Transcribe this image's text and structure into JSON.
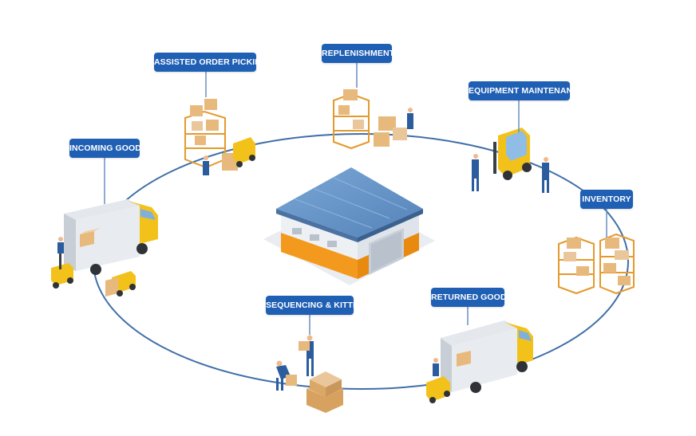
{
  "labels": {
    "assisted_order_picking": "ASSISTED ORDER PICKING",
    "replenishment": "REPLENISHMENT",
    "equipment_maintenance": "EQUIPMENT MAINTENANCE",
    "incoming_goods": "INCOMING GOODS",
    "inventory": "INVENTORY",
    "returned_goods": "RETURNED GOODS",
    "sequencing_kitting": "SEQUENCING & KITTING"
  },
  "colors": {
    "label_bg": "#1f5fb4",
    "cycle_line": "#3f6fa8",
    "roof": "#6a97c9",
    "warehouse_wall": "#f2f4f6",
    "warehouse_band": "#f39a1e",
    "box": "#e8b97c",
    "forklift": "#f2c21b",
    "worker_clothes": "#2b5c9e"
  },
  "icons": {
    "center": "warehouse-icon",
    "incoming": "delivery-truck-icon",
    "picking": "shelving-rack-icon",
    "replenishment": "shelving-rack-icon",
    "equipment": "forklift-icon",
    "inventory": "shelving-rack-icon",
    "returned": "delivery-truck-icon",
    "sequencing": "workers-boxes-icon"
  }
}
